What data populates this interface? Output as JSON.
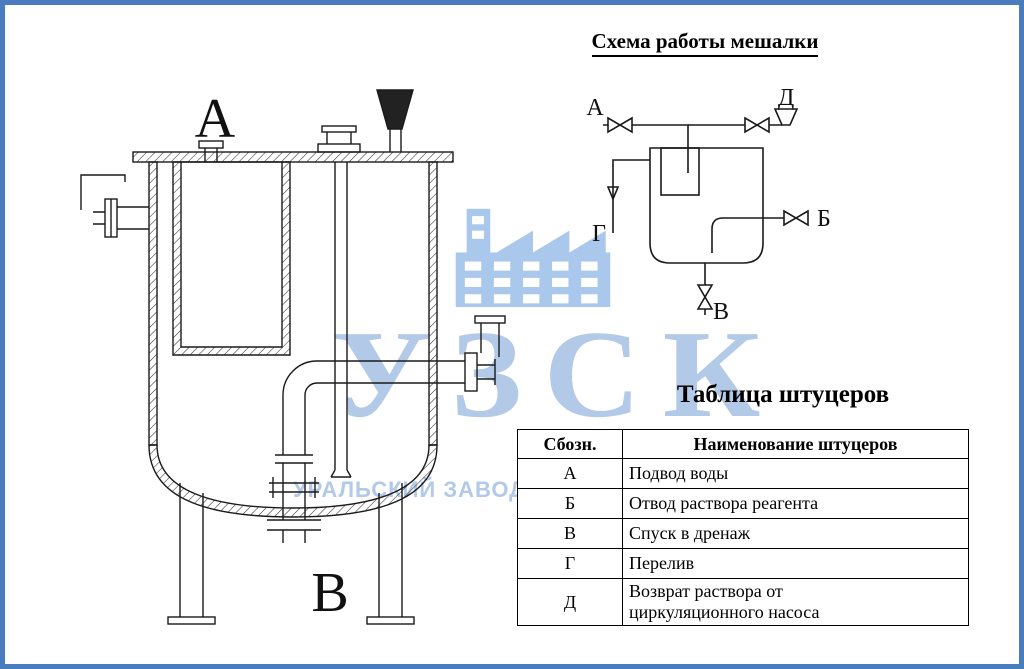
{
  "colors": {
    "accent_blue": "#4a7dc0",
    "watermark_blue": "#b2c9e8",
    "line_color": "#1a1a1a"
  },
  "schematic": {
    "title": "Схема работы мешалки",
    "port_labels": {
      "a": "А",
      "d": "Д",
      "b": "Б",
      "g": "Г",
      "v": "В"
    }
  },
  "drawing": {
    "labels": {
      "a": "А",
      "v": "В"
    }
  },
  "fittings_table": {
    "title": "Таблица штуцеров",
    "headers": {
      "code": "Сбозн.",
      "name": "Наименование штуцеров"
    },
    "rows": [
      {
        "code": "А",
        "name": "Подвод воды"
      },
      {
        "code": "Б",
        "name": "Отвод раствора реагента"
      },
      {
        "code": "В",
        "name": "Спуск в дренаж"
      },
      {
        "code": "Г",
        "name": "Перелив"
      },
      {
        "code": "Д",
        "name": "Возврат раствора от\nциркуляционного насоса"
      }
    ]
  },
  "watermark": {
    "logo": "УЗСК",
    "tagline": "УРАЛЬСКИЙ ЗАВОД СТАЛЬНЫХ КОНСТРУКЦИЙ"
  }
}
